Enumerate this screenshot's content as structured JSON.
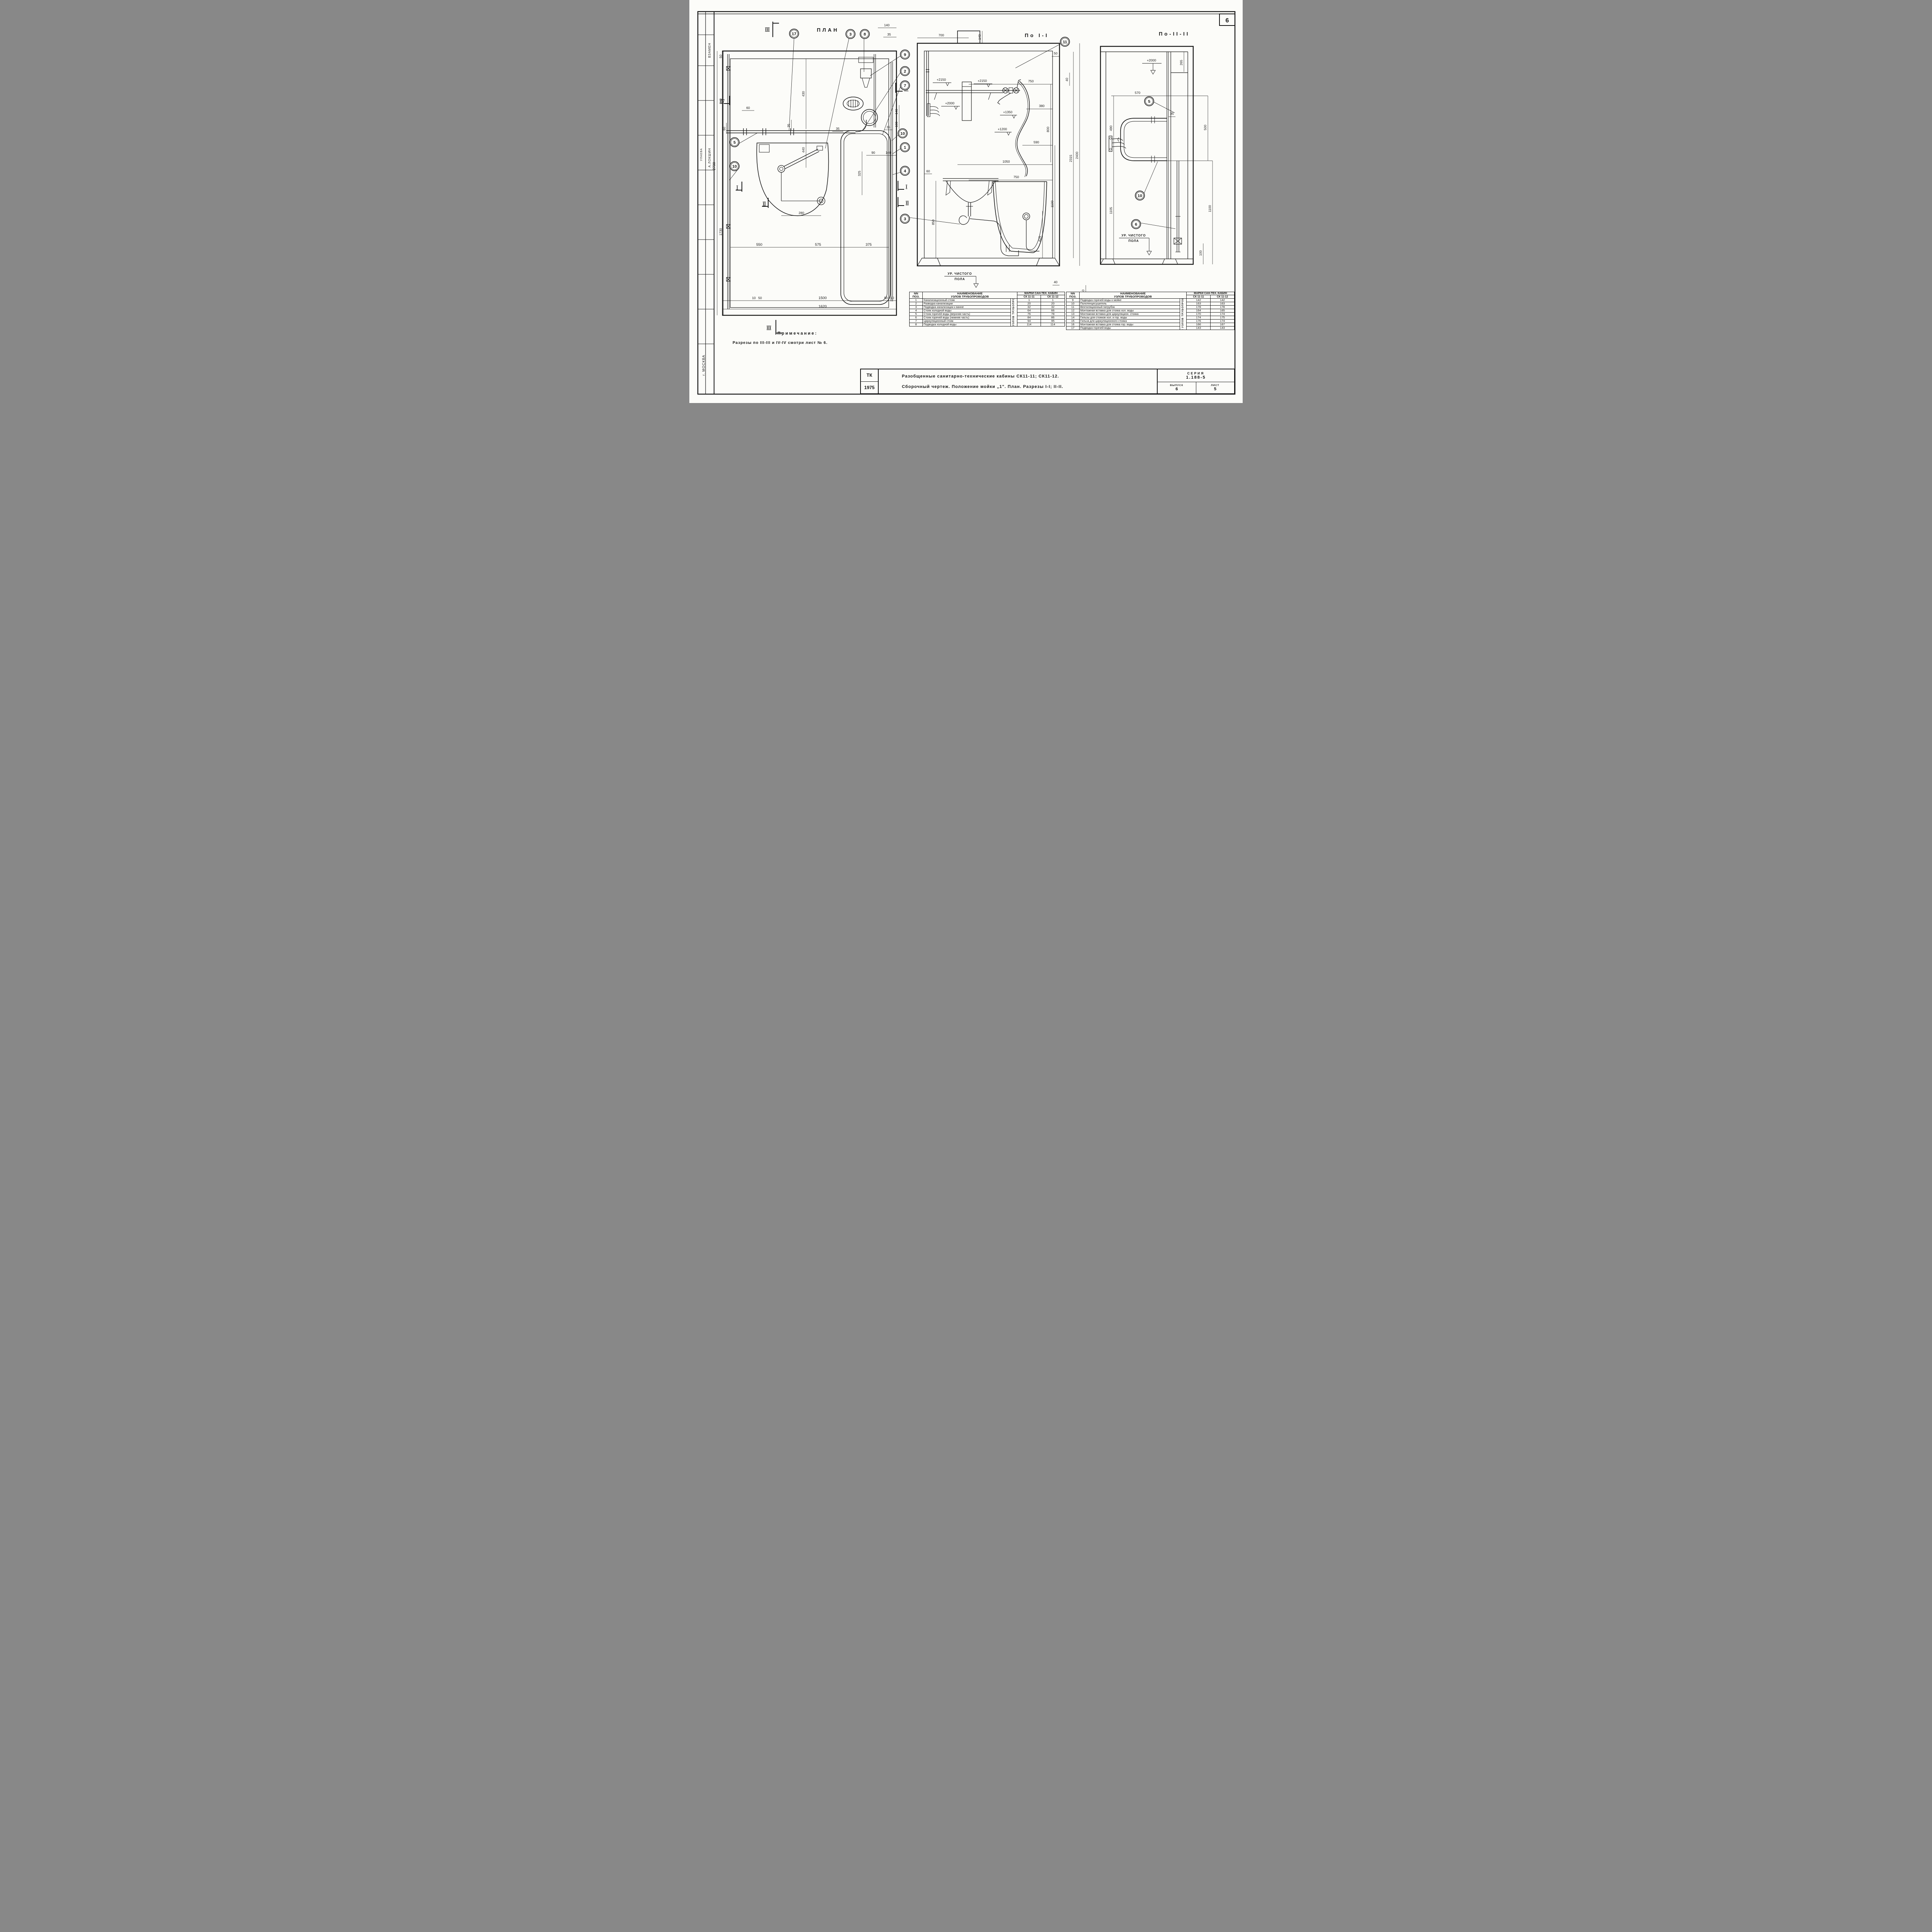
{
  "page": {
    "corner_number": "6"
  },
  "stamp": {
    "labels": [
      "ВЗАМЕН",
      "УЛАЕВА",
      "А.ЛОКШИН",
      "г. МОСКВА"
    ]
  },
  "plan": {
    "title": "ПЛАН",
    "markers": [
      "III",
      "III",
      "IV",
      "IV",
      "I",
      "I",
      "II",
      "II"
    ],
    "callouts": [
      "17",
      "3",
      "8",
      "9",
      "2",
      "7",
      "10",
      "1",
      "4",
      "5",
      "10"
    ],
    "dims": [
      "50",
      "840",
      "2730",
      "1730",
      "60",
      "60",
      "140",
      "35",
      "430",
      "440",
      "35",
      "35",
      "35",
      "90",
      "140",
      "100",
      "140",
      "325",
      "280",
      "550",
      "575",
      "375",
      "10",
      "50",
      "1500",
      "50",
      "10",
      "1620"
    ]
  },
  "section_1_1": {
    "title": "По I-I",
    "callouts": [
      "11",
      "3"
    ],
    "floor_line1": "УР. ЧИСТОГО",
    "floor_line2": "ПОЛА",
    "dims": [
      "700",
      "140",
      "50",
      "40",
      "+2150",
      "+2150",
      "750",
      "+2000",
      "380",
      "800",
      "590",
      "+1350",
      "+1200",
      "1050",
      "750",
      "60",
      "850",
      "1100",
      "625",
      "2315",
      "2400",
      "40",
      "40",
      "10",
      "50",
      "550",
      "575",
      "375",
      "1500",
      "10",
      "50"
    ]
  },
  "section_2_2": {
    "title": "По-II-II",
    "callouts": [
      "5",
      "10",
      "6"
    ],
    "floor_line1": "УР. ЧИСТОГО",
    "floor_line2": "ПОЛА",
    "dims": [
      "+2000",
      "265",
      "570",
      "490",
      "35",
      "1105",
      "500",
      "1100",
      "100"
    ]
  },
  "note": {
    "line1": "Примечание:",
    "line2": "Разрезы по III-III и IV-IV смотри лист № 6."
  },
  "tables": {
    "headers": {
      "nn_line1": "NN",
      "nn_line2": "ПОЗ.",
      "name_line1": "НАИМЕНОВАНИЕ",
      "name_line2": "УЗЛОВ ТРУБОПРОВОДОВ",
      "marks": "МАРКИ САН-ТЕХ. КАБИН",
      "col_1": "СК 11-11",
      "col_2": "СК 11-12",
      "rotated": "МАРКИ УЗЛОВ ТРУБОПРОВОДОВ"
    },
    "left_rows": [
      {
        "n": "1",
        "name": "Канализационный стояк",
        "v1": "1",
        "v2": "1"
      },
      {
        "n": "2",
        "name": "Разводка канализации",
        "v1": "20",
        "v2": "20"
      },
      {
        "n": "3",
        "name": "Подводка канализации к ванне",
        "v1": "32",
        "v2": "32"
      },
      {
        "n": "4",
        "name": "Стояк холодной воды",
        "v1": "64",
        "v2": "66"
      },
      {
        "n": "5",
        "name": "Стояк горячей воды (верхняя часть)",
        "v1": "76",
        "v2": "78"
      },
      {
        "n": "6",
        "name": "Стояк горячей воды (нижняя часть)",
        "v1": "84",
        "v2": "86"
      },
      {
        "n": "7",
        "name": "Циркуляционный стояк",
        "v1": "94",
        "v2": "95"
      },
      {
        "n": "8",
        "name": "Подводка холодной воды",
        "v1": "114",
        "v2": "114"
      }
    ],
    "right_rows": [
      {
        "n": "9",
        "name": "Подводка горячей воды к мойке",
        "v1": "142",
        "v2": "142"
      },
      {
        "n": "10",
        "name": "Полотенцесушитель",
        "v1": "163",
        "v2": "163"
      },
      {
        "n": "11",
        "name": "Вентиляционный патрубок",
        "v1": "178",
        "v2": "178"
      },
      {
        "n": "12",
        "name": "Монтажная вставка для стояка хол. воды",
        "v1": "164",
        "v2": "165"
      },
      {
        "n": "13",
        "name": "Монтажная вставка для циркуляцион. стояка",
        "v1": "170",
        "v2": "174"
      },
      {
        "n": "14",
        "name": "Гильзы для стояков хол. и гор. воды",
        "v1": "174",
        "v2": "175"
      },
      {
        "n": "15",
        "name": "Гильза для циркуляционного стояка",
        "v1": "176",
        "v2": "174"
      },
      {
        "n": "16",
        "name": "Монтажная вставка для стояка гор. воды",
        "v1": "166",
        "v2": "167"
      },
      {
        "n": "17",
        "name": "Подводка горячей воды",
        "v1": "143",
        "v2": "143"
      }
    ]
  },
  "title_block": {
    "org": "ТК",
    "year": "1975",
    "line1": "Разобщенные санитарно-технические кабины СК11-11; СК11-12.",
    "line2": "Сборочный чертеж. Положение мойки „1\". План. Разрезы I-I; II-II.",
    "series_label": "СЕРИЯ",
    "series_value": "1.188-5",
    "issue_label": "ВЫПУСК",
    "issue_value": "6",
    "sheet_label": "ЛИСТ",
    "sheet_value": "5"
  }
}
